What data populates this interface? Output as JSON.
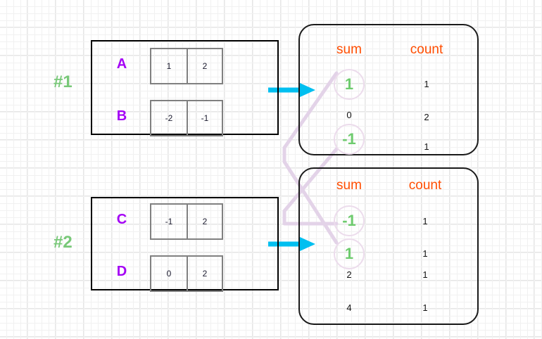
{
  "diagram": {
    "title": "Partial aggregation sum/count merge diagram",
    "colors": {
      "group_label": "#78c878",
      "row_letter": "#a402f5",
      "header": "#ff4d00",
      "highlight_value": "#6ecb6e",
      "arrow": "#00bff0",
      "link_line": "#e3d3e8",
      "box_border": "#000000",
      "cell_border": "#808080"
    },
    "groups": [
      {
        "label": "#1",
        "rows": [
          {
            "name": "A",
            "values": [
              "1",
              "2"
            ]
          },
          {
            "name": "B",
            "values": [
              "-2",
              "-1"
            ]
          }
        ]
      },
      {
        "label": "#2",
        "rows": [
          {
            "name": "C",
            "values": [
              "-1",
              "2"
            ]
          },
          {
            "name": "D",
            "values": [
              "0",
              "2"
            ]
          }
        ]
      }
    ],
    "panels": [
      {
        "id": "panel-1",
        "headers": {
          "sum": "sum",
          "count": "count"
        },
        "rows": [
          {
            "sum": "1",
            "count": "1",
            "highlighted": true
          },
          {
            "sum": "0",
            "count": "2",
            "highlighted": false
          },
          {
            "sum": "-1",
            "count": "1",
            "highlighted": true
          }
        ]
      },
      {
        "id": "panel-2",
        "headers": {
          "sum": "sum",
          "count": "count"
        },
        "rows": [
          {
            "sum": "-1",
            "count": "1",
            "highlighted": true
          },
          {
            "sum": "1",
            "count": "1",
            "highlighted": true
          },
          {
            "sum": "2",
            "count": "1",
            "highlighted": false
          },
          {
            "sum": "4",
            "count": "1",
            "highlighted": false
          }
        ]
      }
    ],
    "arrows": [
      {
        "name": "arrow-group1-to-panel1",
        "from": "group-1",
        "to": "panel-1"
      },
      {
        "name": "arrow-group2-to-panel2",
        "from": "group-2",
        "to": "panel-2"
      }
    ],
    "links": [
      {
        "name": "link-sum-1",
        "from": "panel-1 sum 1",
        "to": "panel-2 sum 1"
      },
      {
        "name": "link-sum-neg1",
        "from": "panel-1 sum -1",
        "to": "panel-2 sum -1"
      }
    ]
  }
}
